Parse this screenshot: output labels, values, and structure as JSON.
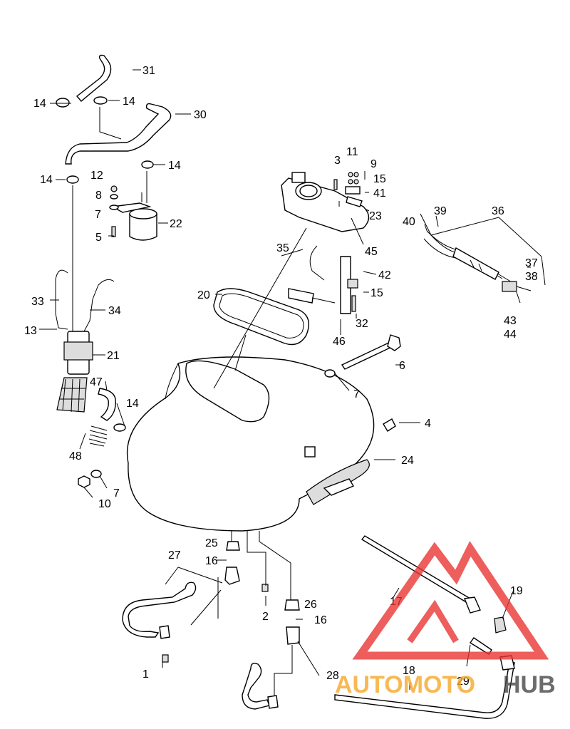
{
  "diagram": {
    "callouts": [
      {
        "id": "c31",
        "text": "31"
      },
      {
        "id": "c14a",
        "text": "14"
      },
      {
        "id": "c14b",
        "text": "14"
      },
      {
        "id": "c30",
        "text": "30"
      },
      {
        "id": "c14c",
        "text": "14"
      },
      {
        "id": "c14d",
        "text": "14"
      },
      {
        "id": "c12",
        "text": "12"
      },
      {
        "id": "c8",
        "text": "8"
      },
      {
        "id": "c7a",
        "text": "7"
      },
      {
        "id": "c22",
        "text": "22"
      },
      {
        "id": "c5",
        "text": "5"
      },
      {
        "id": "c33",
        "text": "33"
      },
      {
        "id": "c34",
        "text": "34"
      },
      {
        "id": "c13",
        "text": "13"
      },
      {
        "id": "c21",
        "text": "21"
      },
      {
        "id": "c47",
        "text": "47"
      },
      {
        "id": "c14e",
        "text": "14"
      },
      {
        "id": "c48",
        "text": "48"
      },
      {
        "id": "c7b",
        "text": "7"
      },
      {
        "id": "c10",
        "text": "10"
      },
      {
        "id": "c11",
        "text": "11"
      },
      {
        "id": "c3",
        "text": "3"
      },
      {
        "id": "c9",
        "text": "9"
      },
      {
        "id": "c15a",
        "text": "15"
      },
      {
        "id": "c41",
        "text": "41"
      },
      {
        "id": "c23",
        "text": "23"
      },
      {
        "id": "c45",
        "text": "45"
      },
      {
        "id": "c35",
        "text": "35"
      },
      {
        "id": "c20",
        "text": "20"
      },
      {
        "id": "c42",
        "text": "42"
      },
      {
        "id": "c15b",
        "text": "15"
      },
      {
        "id": "c32",
        "text": "32"
      },
      {
        "id": "c46",
        "text": "46"
      },
      {
        "id": "c6",
        "text": "6"
      },
      {
        "id": "c7c",
        "text": "7"
      },
      {
        "id": "c4",
        "text": "4"
      },
      {
        "id": "c24",
        "text": "24"
      },
      {
        "id": "c36",
        "text": "36"
      },
      {
        "id": "c39",
        "text": "39"
      },
      {
        "id": "c40",
        "text": "40"
      },
      {
        "id": "c37",
        "text": "37"
      },
      {
        "id": "c38",
        "text": "38"
      },
      {
        "id": "c43",
        "text": "43"
      },
      {
        "id": "c44",
        "text": "44"
      },
      {
        "id": "c25",
        "text": "25"
      },
      {
        "id": "c27",
        "text": "27"
      },
      {
        "id": "c16a",
        "text": "16"
      },
      {
        "id": "c2",
        "text": "2"
      },
      {
        "id": "c26",
        "text": "26"
      },
      {
        "id": "c16b",
        "text": "16"
      },
      {
        "id": "c1",
        "text": "1"
      },
      {
        "id": "c28",
        "text": "28"
      },
      {
        "id": "c17",
        "text": "17"
      },
      {
        "id": "c19",
        "text": "19"
      },
      {
        "id": "c18",
        "text": "18"
      },
      {
        "id": "c29",
        "text": "29"
      }
    ]
  },
  "watermark": {
    "word_auto": "AUTOMOTO",
    "word_hub": "HUB",
    "colors": {
      "triangle": "#e8312f",
      "auto": "#f5a623",
      "hub": "#444444"
    }
  }
}
